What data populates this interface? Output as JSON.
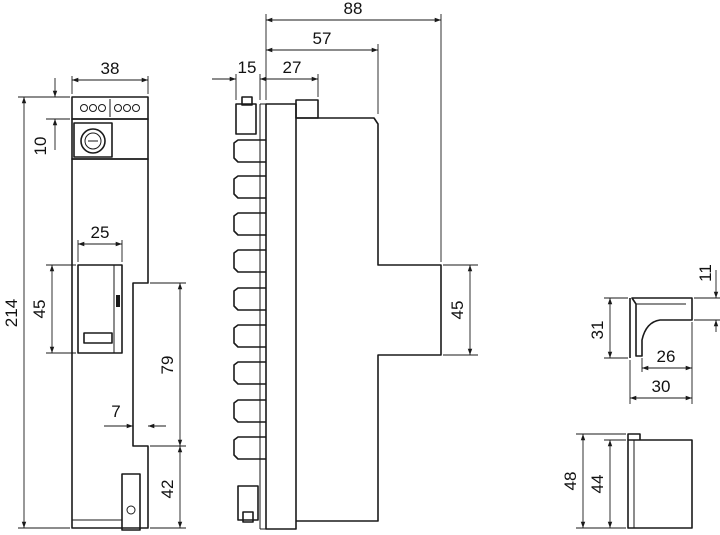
{
  "dimensions": {
    "front_width": "38",
    "front_top_offset": "10",
    "front_height_total": "214",
    "front_window_width": "25",
    "front_window_height": "45",
    "front_step_height": "79",
    "front_step_depth": "7",
    "front_bottom_height": "42",
    "side_depth_total": "88",
    "side_depth_mid": "57",
    "side_depth_a": "15",
    "side_depth_b": "27",
    "side_rail_height": "45",
    "clip_offset": "11",
    "clip_height": "31",
    "clip_inner": "26",
    "clip_width": "30",
    "cap_height_outer": "48",
    "cap_height_inner": "44"
  }
}
